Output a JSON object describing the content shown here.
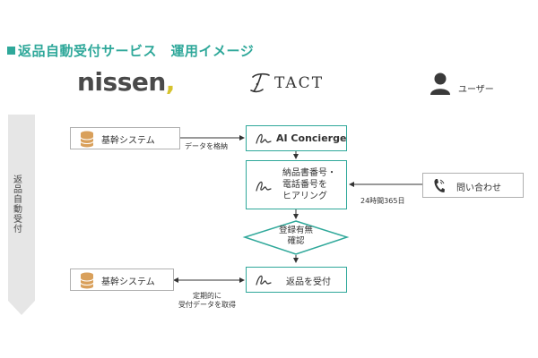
{
  "title": "返品自動受付サービス　運用イメージ",
  "logos": {
    "nissen": {
      "text": "nissen",
      "suffix": ","
    },
    "tact": {
      "text": "TACT"
    }
  },
  "user": {
    "label": "ユーザー"
  },
  "side_label": "返品自動受付",
  "nodes": {
    "kikan_top": "基幹システム",
    "ai_concierge": "AI Concierge",
    "hearing": [
      "納品書番号・",
      "電話番号を",
      "ヒアリング"
    ],
    "inquiry": "問い合わせ",
    "registered": [
      "登録有無",
      "確認"
    ],
    "accept": "返品を受付",
    "kikan_bottom": "基幹システム"
  },
  "edges": {
    "data_store": "データを格納",
    "hours": "24時間365日",
    "periodic": [
      "定期的に",
      "受付データを取得"
    ]
  },
  "colors": {
    "accent": "#2fa89a",
    "border": "#b0b0b0",
    "database_icon": "#d9a05b"
  },
  "icons": {
    "database": "database-icon",
    "signature": "signature-logo-icon",
    "phone": "phone-icon",
    "user": "user-icon"
  }
}
